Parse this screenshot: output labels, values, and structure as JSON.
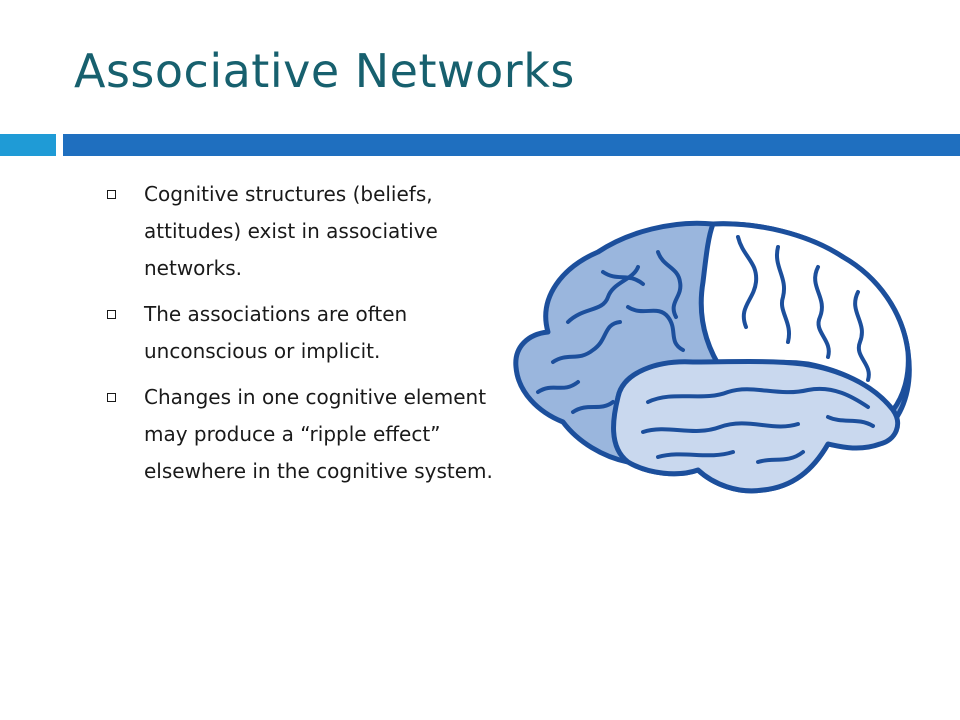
{
  "slide": {
    "title": "Associative Networks",
    "accent_colors": {
      "title": "#17606e",
      "bar_left": "#1f9bd6",
      "bar_right": "#1f6fbf"
    },
    "bullets": [
      {
        "text": "Cognitive structures (beliefs, attitudes) exist in associative networks.",
        "icon": "square-bullet-icon"
      },
      {
        "text": "The associations are often unconscious or implicit.",
        "icon": "square-bullet-icon"
      },
      {
        "text": "Changes in one cognitive element may produce a “ripple effect” elsewhere in the cognitive system.",
        "icon": "square-bullet-icon"
      }
    ],
    "image": {
      "icon": "brain-icon",
      "colors": {
        "outline": "#1c4f9c",
        "front": "#9ab6dd",
        "temporal": "#c9d8ee",
        "top": "#ffffff"
      }
    }
  }
}
